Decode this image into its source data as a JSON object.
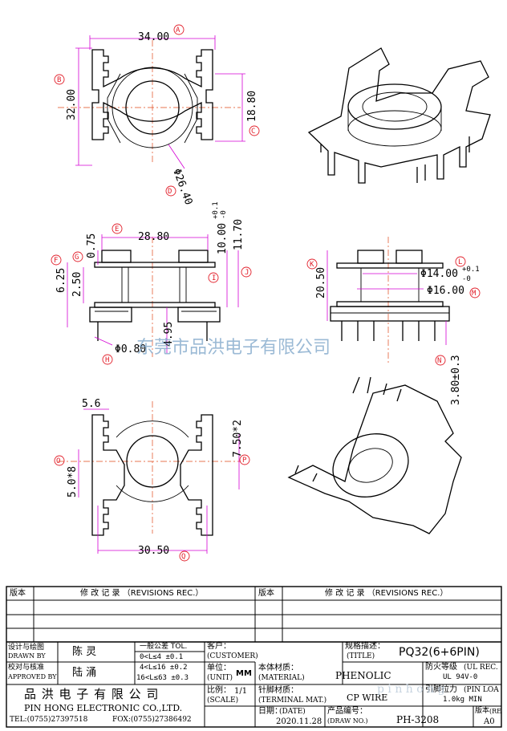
{
  "dimensions": {
    "top_width": "34.00",
    "top_width_tag": "A",
    "top_height": "32.00",
    "top_height_tag": "B",
    "top_inner": "18.80",
    "top_inner_tag": "C",
    "top_dia": "Φ26.40",
    "top_dia_tag": "D",
    "side_width": "28.80",
    "side_width_tag": "E",
    "side_h1": "6.25",
    "side_h1_tag": "F",
    "side_h2": "2.50",
    "side_h2_tag": "G",
    "side_h3": "0.75",
    "side_h4": "10.00",
    "side_h4_tol": "+0.1",
    "side_h4_tol2": "-0",
    "side_h4_tag": "I",
    "side_h5": "11.70",
    "side_h5_tag": "J",
    "side_pin_gap": "4.95",
    "side_pin_dia": "Φ0.80",
    "side_pin_dia_tag": "H",
    "front_h": "20.50",
    "front_h_tag": "K",
    "front_d1": "Φ14.00",
    "front_d1_tol": "+0.1",
    "front_d1_tol2": "-0",
    "front_d1_tag": "L",
    "front_d2": "Φ16.00",
    "front_d2_tag": "M",
    "front_pin": "3.80±0.3",
    "front_pin_tag": "N",
    "bot_w1": "5.6",
    "bot_h1": "5.0*8",
    "bot_h1_tag": "O",
    "bot_h2": "7.50*2",
    "bot_h2_tag": "P",
    "bot_w2": "30.50",
    "bot_w2_tag": "Q"
  },
  "watermark": "东莞市品洪电子有限公司",
  "revisions": {
    "col_version": "版本",
    "col_record": "修 改 记 录 （REVISIONS REC.）",
    "col_version2": "版本",
    "col_record2": "修 改 记 录 （REVISIONS REC.）"
  },
  "title_block": {
    "designed_cn": "设计与绘图",
    "designed_en": "DRAWN BY",
    "designer": "陈 灵",
    "checked_cn": "校对与核准",
    "checked_en": "APPROVED BY",
    "checker": "陆 涌",
    "tol_title": "一般公差 TOL.",
    "tol_rows": [
      "0<L≤4   ±0.1",
      "4<L≤16  ±0.2",
      "16<L≤63 ±0.3"
    ],
    "company_cn": "品 洪 电 子 有 限 公 司",
    "company_en": "PIN HONG ELECTRONIC CO.,LTD.",
    "tel": "TEL:(0755)27397518",
    "fax": "FOX:(0755)27386492",
    "customer_cn": "客户：",
    "customer_en": "(CUSTOMER)",
    "unit_cn": "单位：",
    "unit_en": "(UNIT)",
    "unit_val": "MM",
    "scale_cn": "比例：",
    "scale_en": "(SCALE)",
    "scale_val": "1/1",
    "material_cn": "本体材质：",
    "material_en": "(MATERIAL)",
    "material_val": "PHENOLIC",
    "terminal_cn": "针脚材质：",
    "terminal_en": "(TERMINAL MAT.)",
    "terminal_val": "CP WIRE",
    "date_cn": "日期：",
    "date_en": "(DATE)",
    "date_val": "2020.11.28",
    "spec_cn": "规格描述：",
    "spec_en": "(TITLE)",
    "spec_val": "PQ32(6+6PIN)",
    "fire_cn": "防火等级",
    "fire_en": "(UL REC.",
    "fire_val": "UL 94V-0",
    "pull_cn": "引脚拉力",
    "pull_en": "(PIN LOA",
    "pull_val": "1.0kg MIN",
    "partno_cn": "产品编号：",
    "partno_en": "(DRAW NO.)",
    "partno_val": "PH-3208",
    "ver_cn": "版本",
    "ver_en": "(RE",
    "ver_val": "A0",
    "site_watermark": "p i n h o n g"
  }
}
